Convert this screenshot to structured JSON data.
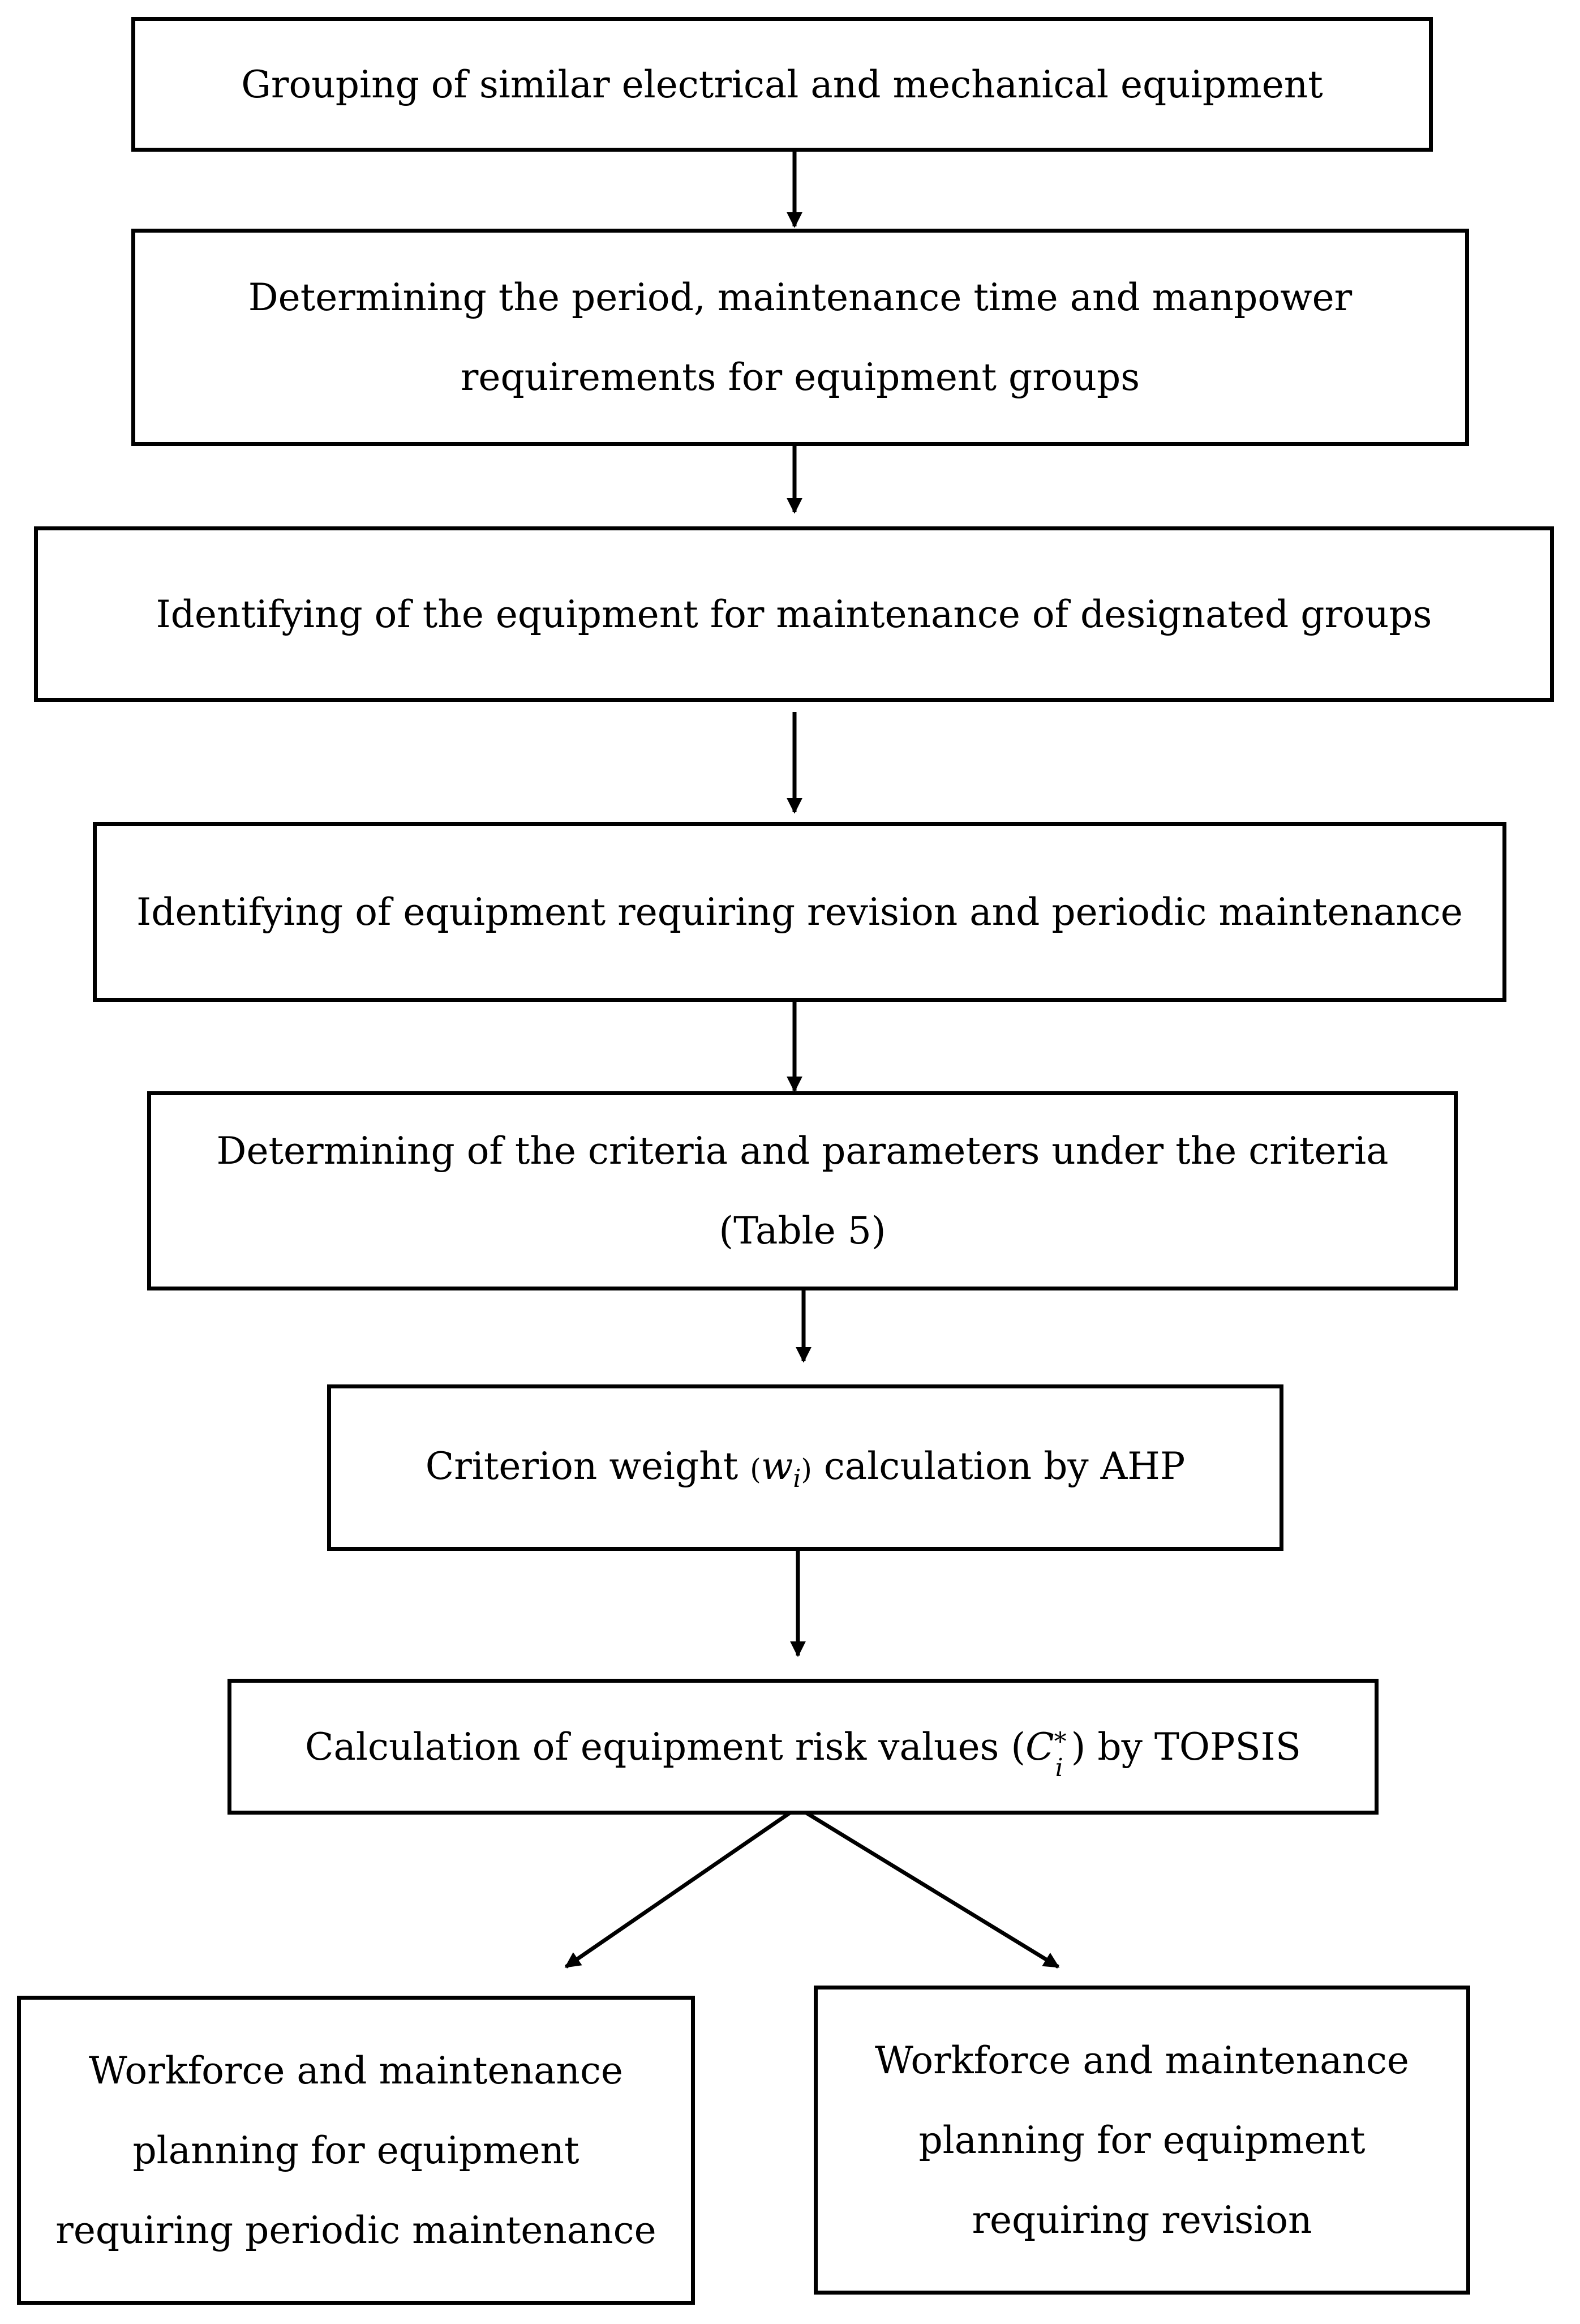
{
  "steps": [
    {
      "id": "grouping",
      "lines": [
        "Grouping of similar electrical and mechanical equipment"
      ]
    },
    {
      "id": "determining-period",
      "lines": [
        "Determining the period, maintenance time and manpower",
        "requirements for equipment groups"
      ]
    },
    {
      "id": "identifying-groups",
      "lines": [
        "Identifying of the equipment for maintenance of designated groups"
      ]
    },
    {
      "id": "identifying-revision",
      "lines": [
        "Identifying of equipment requiring revision and periodic maintenance"
      ]
    },
    {
      "id": "determining-criteria",
      "lines": [
        "Determining of the criteria and parameters under the criteria",
        "(Table 5)"
      ]
    },
    {
      "id": "criterion-weight",
      "before": "Criterion weight ",
      "open": "(",
      "symbol": "w",
      "subscript": "i",
      "close": ")",
      "after": " calculation by AHP"
    },
    {
      "id": "topsis",
      "before": "Calculation of equipment risk values (",
      "symbol": "C",
      "superscript": "*",
      "subscript": "i",
      "after": ") by TOPSIS"
    }
  ],
  "outcomes": [
    {
      "id": "periodic-planning",
      "lines": [
        "Workforce and maintenance",
        "planning for equipment",
        "requiring periodic maintenance"
      ]
    },
    {
      "id": "revision-planning",
      "lines": [
        "Workforce and maintenance",
        "planning for equipment",
        "requiring revision"
      ]
    }
  ]
}
